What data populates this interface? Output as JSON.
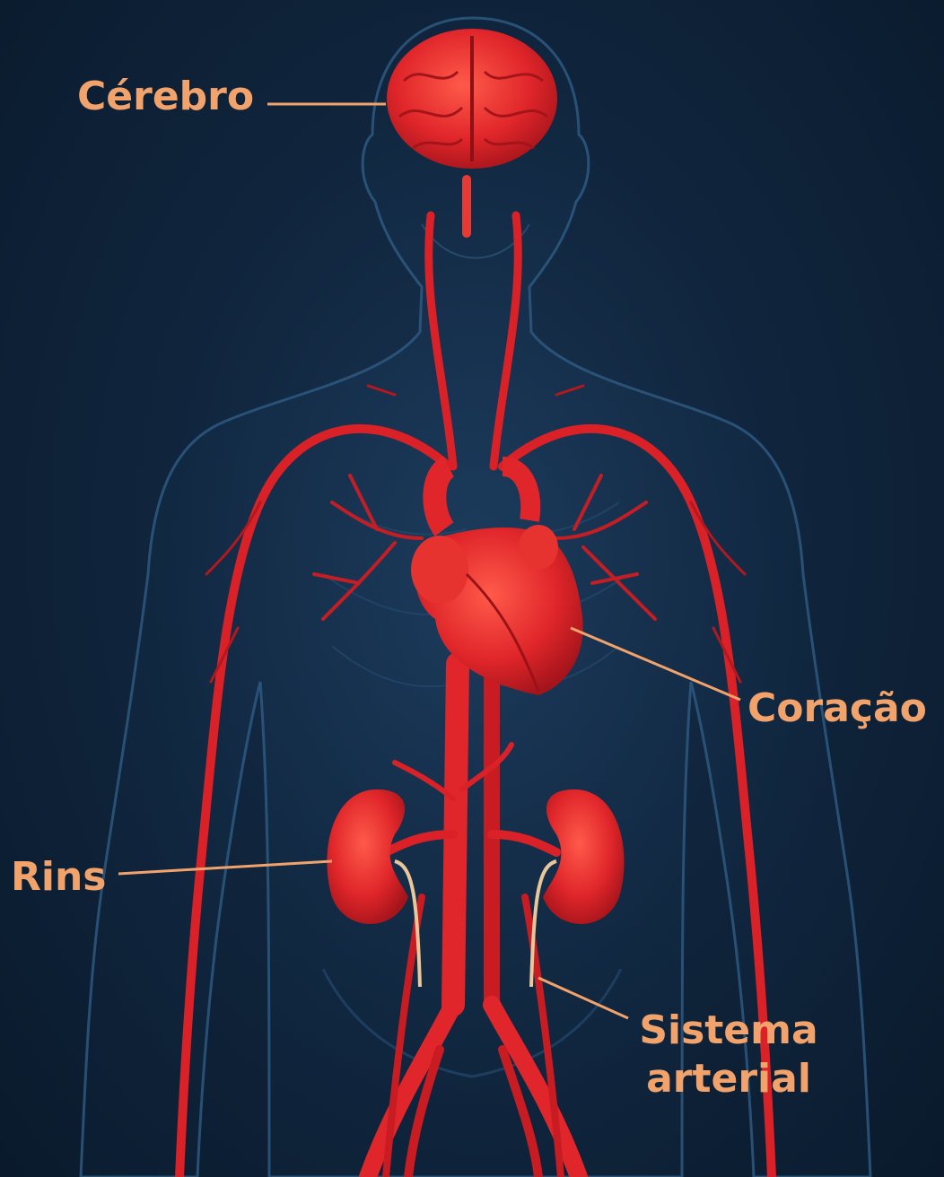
{
  "labels": {
    "cerebro": "Cérebro",
    "coracao": "Coração",
    "rins": "Rins",
    "arterial_line1": "Sistema",
    "arterial_line2": "arterial"
  },
  "colors": {
    "background": "#10253d",
    "body_outline": "#2f5d86",
    "organ_red": "#e0262a",
    "label_orange": "#f2a36b"
  }
}
